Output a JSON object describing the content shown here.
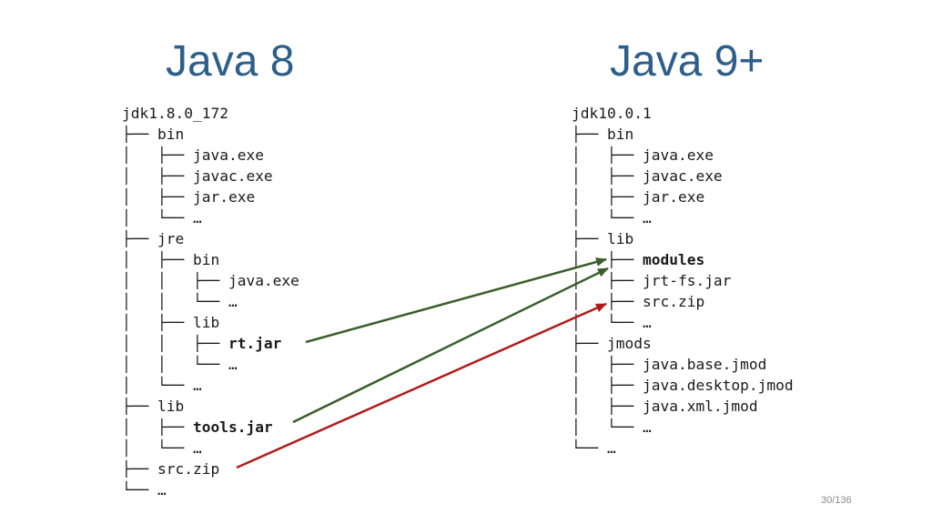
{
  "titles": {
    "left": "Java 8",
    "right": "Java 9+"
  },
  "left_tree": [
    {
      "prefix": "",
      "name": "jdk1.8.0_172"
    },
    {
      "prefix": "├── ",
      "name": "bin"
    },
    {
      "prefix": "│   ├── ",
      "name": "java.exe"
    },
    {
      "prefix": "│   ├── ",
      "name": "javac.exe"
    },
    {
      "prefix": "│   ├── ",
      "name": "jar.exe"
    },
    {
      "prefix": "│   └── ",
      "name": "…"
    },
    {
      "prefix": "├── ",
      "name": "jre"
    },
    {
      "prefix": "│   ├── ",
      "name": "bin"
    },
    {
      "prefix": "│   │   ├── ",
      "name": "java.exe"
    },
    {
      "prefix": "│   │   └── ",
      "name": "…"
    },
    {
      "prefix": "│   ├── ",
      "name": "lib"
    },
    {
      "prefix": "│   │   ├── ",
      "name": "rt.jar",
      "bold": true
    },
    {
      "prefix": "│   │   └── ",
      "name": "…"
    },
    {
      "prefix": "│   └── ",
      "name": "…"
    },
    {
      "prefix": "├── ",
      "name": "lib"
    },
    {
      "prefix": "│   ├── ",
      "name": "tools.jar",
      "bold": true
    },
    {
      "prefix": "│   └── ",
      "name": "…"
    },
    {
      "prefix": "├── ",
      "name": "src.zip"
    },
    {
      "prefix": "└── ",
      "name": "…"
    }
  ],
  "right_tree": [
    {
      "prefix": "",
      "name": "jdk10.0.1"
    },
    {
      "prefix": "├── ",
      "name": "bin"
    },
    {
      "prefix": "│   ├── ",
      "name": "java.exe"
    },
    {
      "prefix": "│   ├── ",
      "name": "javac.exe"
    },
    {
      "prefix": "│   ├── ",
      "name": "jar.exe"
    },
    {
      "prefix": "│   └── ",
      "name": "…"
    },
    {
      "prefix": "├── ",
      "name": "lib"
    },
    {
      "prefix": "│   ├── ",
      "name": "modules",
      "bold": true
    },
    {
      "prefix": "│   ├── ",
      "name": "jrt-fs.jar"
    },
    {
      "prefix": "│   ├── ",
      "name": "src.zip"
    },
    {
      "prefix": "│   └── ",
      "name": "…"
    },
    {
      "prefix": "├── ",
      "name": "jmods"
    },
    {
      "prefix": "│   ├── ",
      "name": "java.base.jmod"
    },
    {
      "prefix": "│   ├── ",
      "name": "java.desktop.jmod"
    },
    {
      "prefix": "│   ├── ",
      "name": "java.xml.jmod"
    },
    {
      "prefix": "│   └── ",
      "name": "…"
    },
    {
      "prefix": "└── ",
      "name": "…"
    }
  ],
  "arrow_colors": {
    "green": "#3b5e2b",
    "red": "#b01c1c"
  },
  "page_number": "30/136"
}
